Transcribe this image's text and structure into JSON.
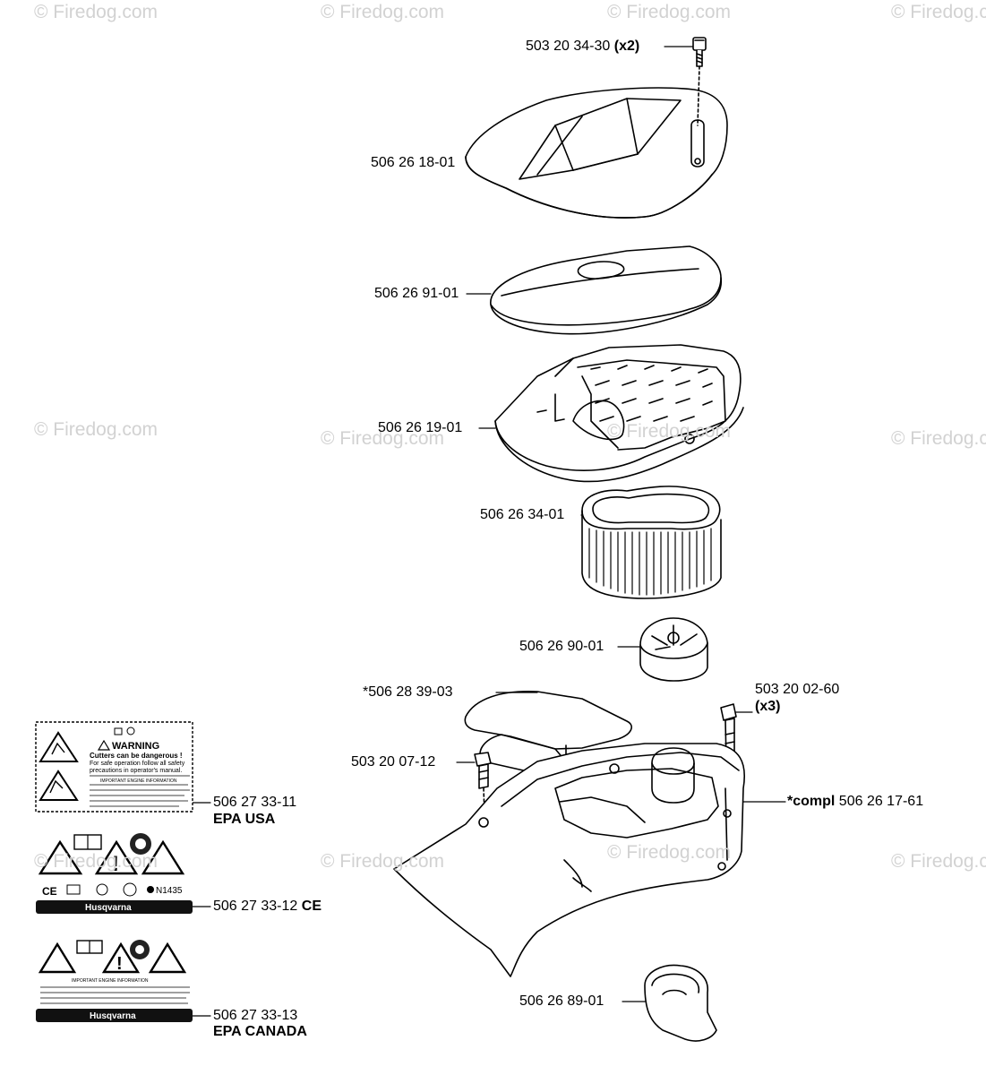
{
  "watermark": "© Firedog.com",
  "parts": {
    "screw_top": {
      "number": "503 20 34-30",
      "qty": "(x2)"
    },
    "cover": {
      "number": "506 26 18-01"
    },
    "prefilter": {
      "number": "506 26 91-01"
    },
    "filter_housing": {
      "number": "506 26 19-01"
    },
    "filter_element": {
      "number": "506 26 34-01"
    },
    "knob": {
      "number": "506 26 90-01"
    },
    "gasket": {
      "number": "*506 28 39-03"
    },
    "long_screw": {
      "number": "503 20 02-60",
      "qty": "(x3)"
    },
    "short_screw": {
      "number": "503 20 07-12"
    },
    "base_compl": {
      "prefix": "*compl",
      "number": "506 26 17-61"
    },
    "boot": {
      "number": "506 26 89-01"
    },
    "decal_usa": {
      "number": "506 27 33-11",
      "label": "EPA USA"
    },
    "decal_ce": {
      "number": "506 27 33-12",
      "label": "CE"
    },
    "decal_canada": {
      "number": "506 27 33-13",
      "label": "EPA CANADA"
    }
  },
  "decals": {
    "warning_title": "WARNING",
    "warning_line1": "Cutters can be dangerous !",
    "warning_line2": "For safe operation follow all safety",
    "warning_line3": "precautions in operator's manual.",
    "important_info": "IMPORTANT ENGINE INFORMATION",
    "husqvarna": "Husqvarna",
    "ce_mark": "CE",
    "n_code": "N1435"
  }
}
